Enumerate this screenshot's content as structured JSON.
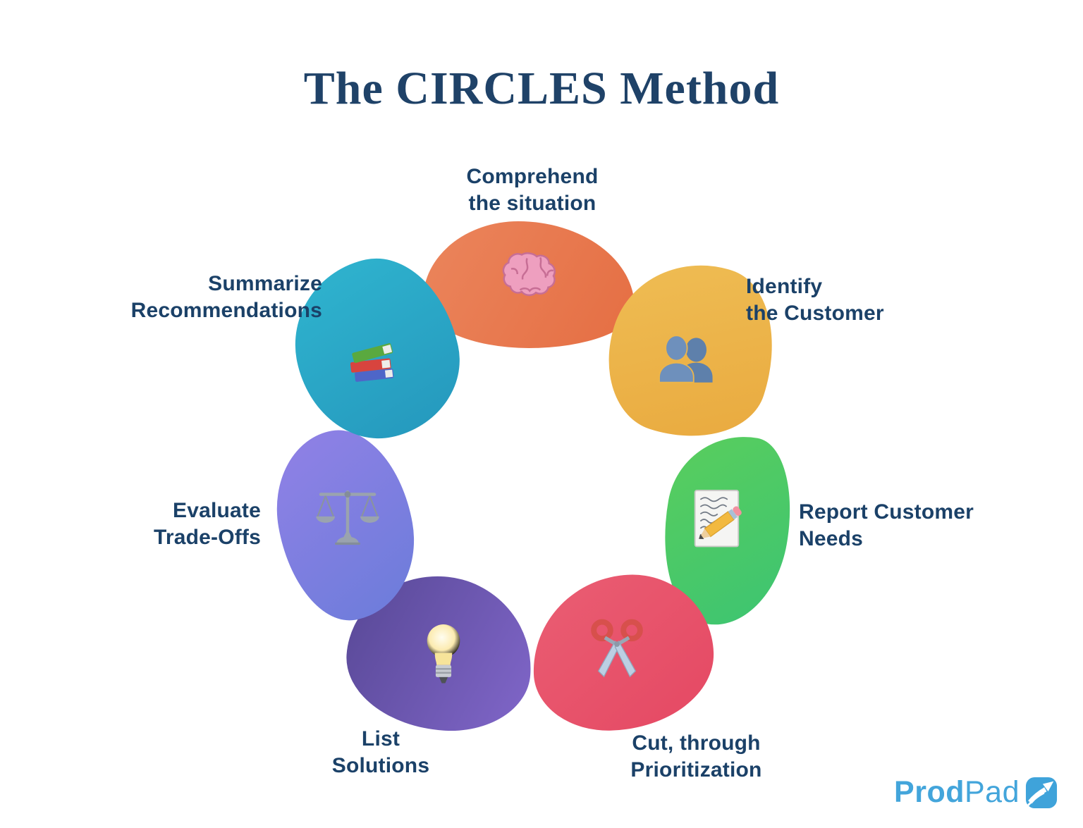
{
  "title": "The CIRCLES Method",
  "steps": [
    {
      "name": "comprehend",
      "line1": "Comprehend",
      "line2": "the situation",
      "icon": "brain-icon",
      "color": "#E8744A"
    },
    {
      "name": "identify",
      "line1": "Identify",
      "line2": "the Customer",
      "icon": "people-icon",
      "color": "#ECB54B"
    },
    {
      "name": "report",
      "line1": "Report Customer",
      "line2": "Needs",
      "icon": "memo-pencil-icon",
      "color": "#48C766"
    },
    {
      "name": "cut",
      "line1": "Cut, through",
      "line2": "Prioritization",
      "icon": "scissors-icon",
      "color": "#E85169"
    },
    {
      "name": "list",
      "line1": "List",
      "line2": "Solutions",
      "icon": "lightbulb-icon",
      "color": "#6A55AC"
    },
    {
      "name": "evaluate",
      "line1": "Evaluate",
      "line2": "Trade-Offs",
      "icon": "balance-scale-icon",
      "color": "#7B7BDC"
    },
    {
      "name": "summarize",
      "line1": "Summarize",
      "line2": "Recommendations",
      "icon": "books-icon",
      "color": "#2AAAC8"
    }
  ],
  "text_color": "#1B4168",
  "title_color": "#1F4268",
  "logo": {
    "text_bold": "Prod",
    "text_light": "Pad",
    "icon": "arrow-up-right-icon",
    "color": "#43A5DB"
  }
}
